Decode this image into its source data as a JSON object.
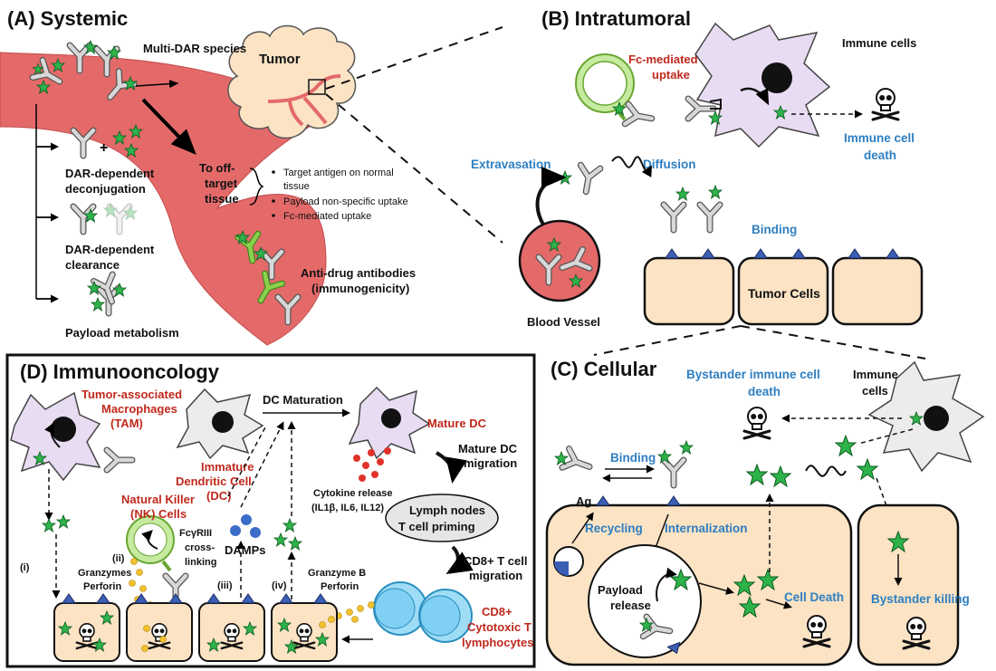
{
  "panelA": {
    "title": "(A) Systemic",
    "multi_dar": "Multi-DAR species",
    "tumor": "Tumor",
    "plus": "+",
    "dar_decon_1": "DAR-dependent",
    "dar_decon_2": "deconjugation",
    "dar_clear_1": "DAR-dependent",
    "dar_clear_2": "clearance",
    "payload_metab": "Payload metabolism",
    "offtarget_1": "To off-",
    "offtarget_2": "target",
    "offtarget_3": "tissue",
    "bullets": [
      "Target antigen on normal",
      "tissue",
      "Payload non-specific uptake",
      "Fc-mediated uptake"
    ],
    "ada_1": "Anti-drug antibodies",
    "ada_2": "(immunogenicity)"
  },
  "panelB": {
    "title": "(B) Intratumoral",
    "fc_1": "Fc-mediated",
    "fc_2": "uptake",
    "immune_cells": "Immune cells",
    "immune_death_1": "Immune cell",
    "immune_death_2": "death",
    "extravasation": "Extravasation",
    "diffusion": "Diffusion",
    "binding": "Binding",
    "tumor_cells": "Tumor Cells",
    "blood_vessel": "Blood Vessel"
  },
  "panelC": {
    "title": "(C) Cellular",
    "bystander_death_1": "Bystander immune cell",
    "bystander_death_2": "death",
    "immune_1": "Immune",
    "immune_2": "cells",
    "binding": "Binding",
    "ag": "Ag",
    "recycling": "Recycling",
    "internalization": "Internalization",
    "payload_1": "Payload",
    "payload_2": "release",
    "cell_death": "Cell Death",
    "bystander_killing": "Bystander killing"
  },
  "panelD": {
    "title": "(D) Immunooncology",
    "tam_1": "Tumor-associated",
    "tam_2": "Macrophages",
    "tam_3": "(TAM)",
    "dc_maturation": "DC Maturation",
    "imm_dc_1": "Immature",
    "imm_dc_2": "Dendritic Cell",
    "imm_dc_3": "(DC)",
    "mature_dc": "Mature DC",
    "mdc_mig_1": "Mature DC",
    "mdc_mig_2": "migration",
    "cytokine_1": "Cytokine release",
    "cytokine_2": "(IL1β, IL6, IL12)",
    "nk_1": "Natural Killer",
    "nk_2": "(NK) Cells",
    "fcr_1": "FcγRIII",
    "fcr_2": "cross-",
    "fcr_3": "linking",
    "damps": "DAMPs",
    "lymph_1": "Lymph nodes",
    "lymph_2": "T cell priming",
    "cd8mig_1": "CD8+ T cell",
    "cd8mig_2": "migration",
    "gran_b_1": "Granzyme B",
    "gran_b_2": "Perforin",
    "gran_1": "Granzymes",
    "gran_2": "Perforin",
    "cd8_1": "CD8+",
    "cd8_2": "Cytotoxic T",
    "cd8_3": "lymphocytes",
    "roman": [
      "(i)",
      "(ii)",
      "(iii)",
      "(iv)"
    ]
  },
  "colors": {
    "vessel": "#e46a6a",
    "tumor_cell": "#fbe3c4",
    "immune_cell": "#e8dcf2",
    "payload": "#2db34a",
    "antigen": "#3b5fb5",
    "green_text": "#2db34a",
    "red_text": "#c0281c",
    "blue_text": "#2e7fc1",
    "nk_cell": "#c6eaa0",
    "tcell": "#9fdcf5",
    "dc": "#ececec",
    "damp": "#3b6cc8",
    "cytokine": "#e0322a",
    "granule": "#f4c12f"
  }
}
